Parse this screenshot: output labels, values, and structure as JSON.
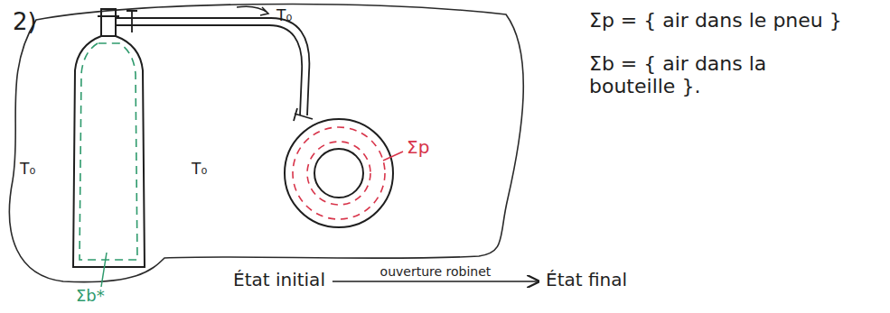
{
  "diagram": {
    "nodes": [
      {
        "text": [
          "État initial"
        ]
      },
      {
        "text": [
          "État final"
        ]
      }
    ],
    "edges": [
      {
        "from": 0,
        "to": 1,
        "label": "ouverture robinet",
        "arrow": "to"
      }
    ],
    "labels": [
      "2)",
      "T₀",
      "T₀",
      "T₀",
      "Σp",
      "Σb*",
      "Σp = { air dans le pneu }",
      "Σb = { air dans la bouteille }."
    ]
  }
}
